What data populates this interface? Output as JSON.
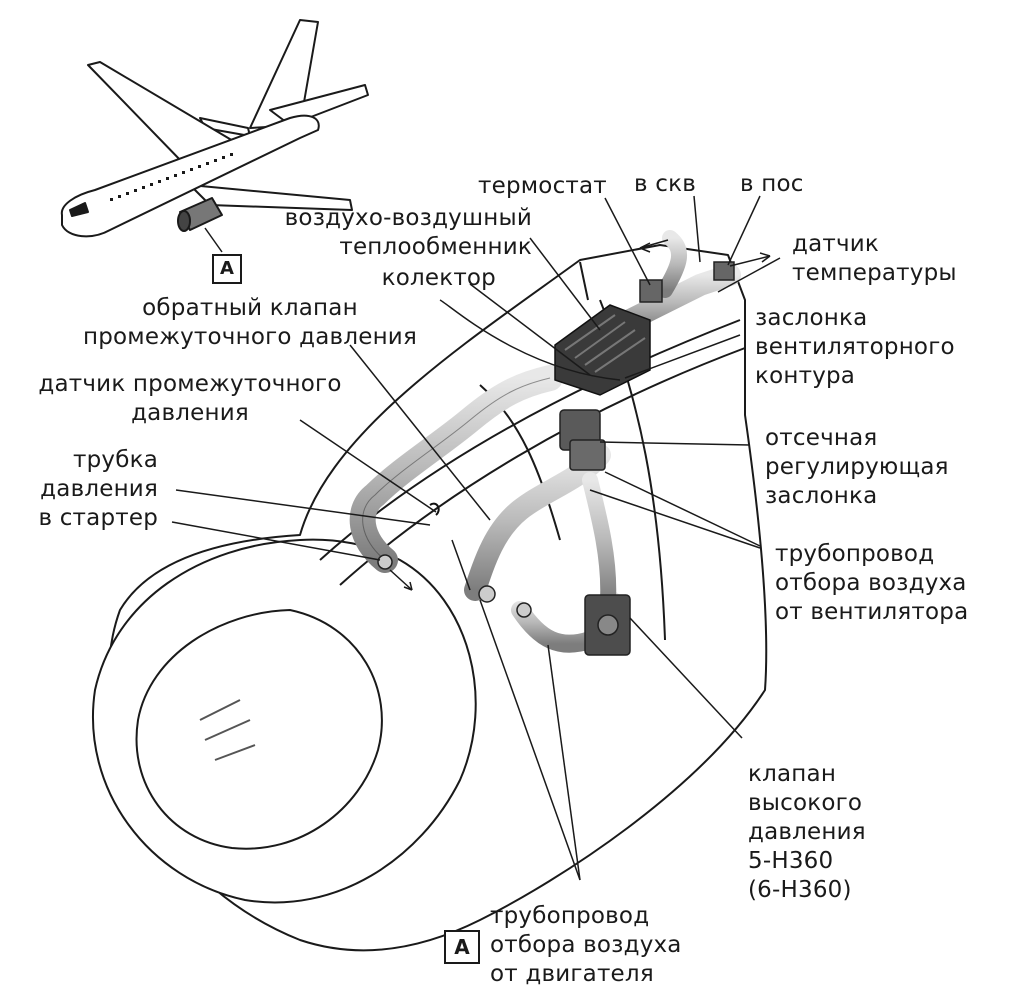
{
  "labels": {
    "thermostat": "термостат",
    "to_acs": "в скв",
    "to_ais": "в пос",
    "precooler": "воздухо-воздушный\nтеплообменник",
    "manifold": "колектор",
    "temp_sensor": "датчик\nтемпературы",
    "ip_check_valve": "обратный клапан\nпромежуточного давления",
    "fan_air_valve": "заслонка\nвентиляторного\nконтура",
    "ip_sensor": "датчик промежуточного\nдавления",
    "shutoff_valve": "отсечная\nрегулирующая\nзаслонка",
    "starter_tube": "трубка\nдавления\nв стартер",
    "fan_bleed_duct": "трубопровод\nотбора воздуха\nот вентилятора",
    "hp_valve": "клапан\nвысокого\nдавления\n5-H360\n(6-H360)",
    "engine_bleed_duct": "трубопровод\nотбора воздуха\nот двигателя"
  },
  "detail_marker": "A",
  "colors": {
    "line": "#1a1a1a",
    "gray": "#9a9a9a",
    "dark": "#3a3a3a"
  }
}
